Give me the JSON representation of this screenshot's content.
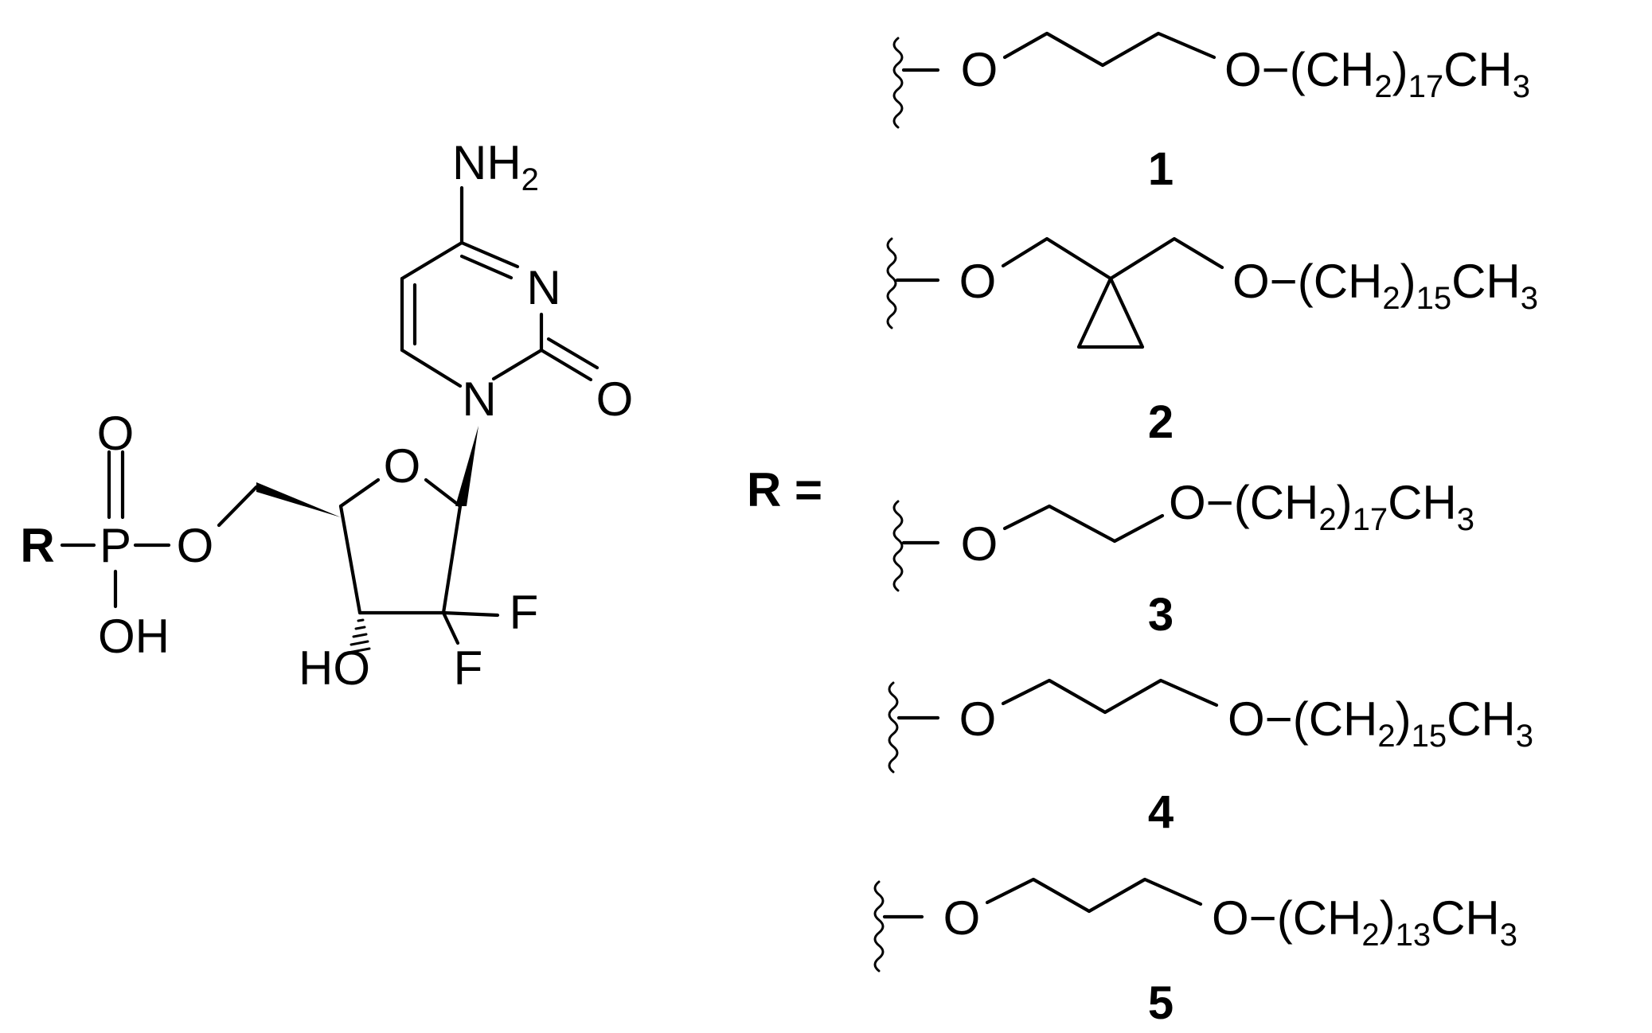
{
  "scaffold": {
    "r": "R",
    "p": "P",
    "o_double": "O",
    "o_ester": "O",
    "oh": "OH",
    "ring_o": "O",
    "nh2_main": "NH",
    "nh2_sub": "2",
    "n_ring": "N",
    "n1": "N",
    "carbonyl_o": "O",
    "f1": "F",
    "f2": "F",
    "ho": "HO"
  },
  "r_equals": "R =",
  "substituents": [
    {
      "label": "1",
      "o1": "O",
      "o2": "O",
      "chain_prefix": "−(CH",
      "sub2": "2",
      "paren": ")",
      "count": "17",
      "tail": "CH",
      "sub3": "3"
    },
    {
      "label": "2",
      "o1": "O",
      "o2": "O",
      "chain_prefix": "−(CH",
      "sub2": "2",
      "paren": ")",
      "count": "15",
      "tail": "CH",
      "sub3": "3"
    },
    {
      "label": "3",
      "o1": "O",
      "o2": "O",
      "chain_prefix": "−(CH",
      "sub2": "2",
      "paren": ")",
      "count": "17",
      "tail": "CH",
      "sub3": "3"
    },
    {
      "label": "4",
      "o1": "O",
      "o2": "O",
      "chain_prefix": "−(CH",
      "sub2": "2",
      "paren": ")",
      "count": "15",
      "tail": "CH",
      "sub3": "3"
    },
    {
      "label": "5",
      "o1": "O",
      "o2": "O",
      "chain_prefix": "−(CH",
      "sub2": "2",
      "paren": ")",
      "count": "13",
      "tail": "CH",
      "sub3": "3"
    }
  ]
}
